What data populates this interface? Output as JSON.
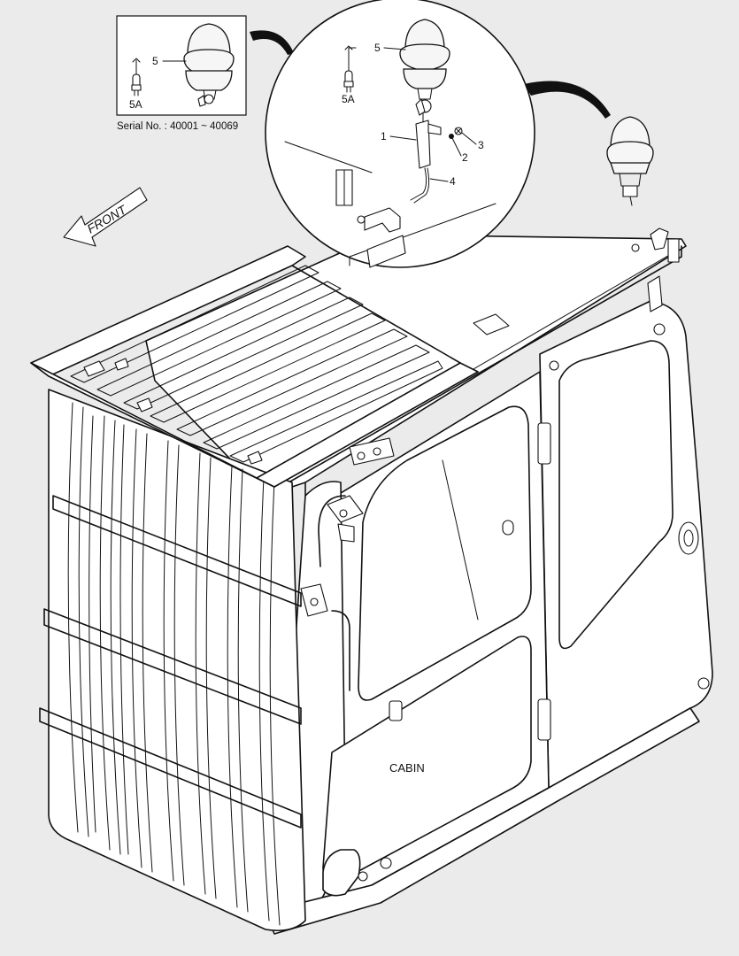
{
  "labels": {
    "inset_callout": "5",
    "inset_bulb": "5A",
    "serial": "Serial No. : 40001 ~ 40069",
    "detail_lamp": "5",
    "detail_bulb": "5A",
    "bracket": "1",
    "washer": "2",
    "bolt": "3",
    "wire": "4",
    "front": "FRONT",
    "cabin": "CABIN"
  },
  "icons": {
    "bulb": "bulb-icon",
    "front_arrow": "front-arrow-icon"
  }
}
